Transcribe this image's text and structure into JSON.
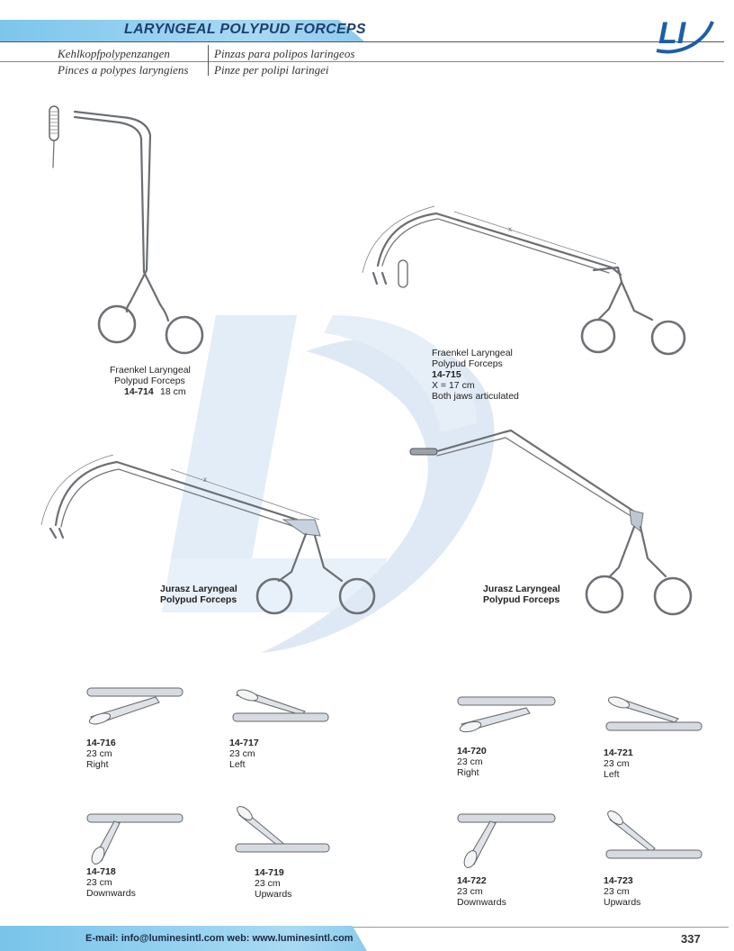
{
  "header": {
    "title": "LARYNGEAL POLYPUD FORCEPS",
    "subtitles": {
      "de": "Kehlkopfpolypenzangen",
      "es": "Pinzas para polipos laringeos",
      "fr": "Pinces a polypes laryngiens",
      "it": "Pinze per polipi laringei"
    },
    "logo_text": "LI"
  },
  "products": {
    "p14714": {
      "name1": "Fraenkel Laryngeal",
      "name2": "Polypud Forceps",
      "code": "14-714",
      "size": "18 cm"
    },
    "p14715": {
      "name1": "Fraenkel Laryngeal",
      "name2": "Polypud Forceps",
      "code": "14-715",
      "x": "X = 17 cm",
      "note": "Both jaws articulated"
    },
    "jurasz1": {
      "name1": "Jurasz Laryngeal",
      "name2": "Polypud Forceps"
    },
    "jurasz2": {
      "name1": "Jurasz Laryngeal",
      "name2": "Polypud Forceps"
    },
    "dim_mark": "x"
  },
  "tips": [
    {
      "code": "14-716",
      "size": "23 cm",
      "dir": "Right"
    },
    {
      "code": "14-717",
      "size": "23 cm",
      "dir": "Left"
    },
    {
      "code": "14-720",
      "size": "23 cm",
      "dir": "Right"
    },
    {
      "code": "14-721",
      "size": "23 cm",
      "dir": "Left"
    },
    {
      "code": "14-718",
      "size": "23 cm",
      "dir": "Downwards"
    },
    {
      "code": "14-719",
      "size": "23 cm",
      "dir": "Upwards"
    },
    {
      "code": "14-722",
      "size": "23 cm",
      "dir": "Downwards"
    },
    {
      "code": "14-723",
      "size": "23 cm",
      "dir": "Upwards"
    }
  ],
  "footer": {
    "contact": "E-mail: info@luminesintl.com  web: www.luminesintl.com",
    "page": "337"
  },
  "colors": {
    "band": "#8ccbed",
    "title": "#1f3f6e",
    "logo_blue": "#1c5fa8"
  }
}
